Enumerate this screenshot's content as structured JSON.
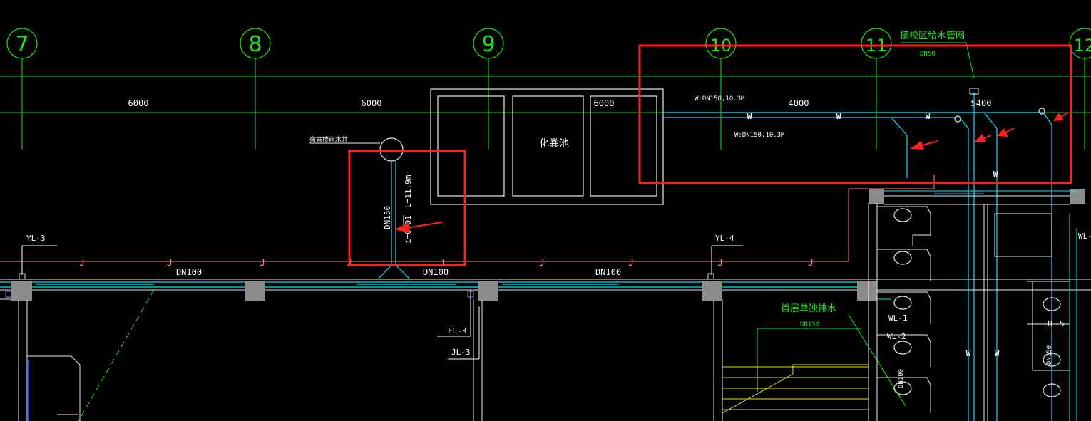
{
  "grid_labels": [
    "7",
    "8",
    "9",
    "10",
    "11",
    "12"
  ],
  "dimensions": [
    "6000",
    "6000",
    "6000",
    "4000",
    "5400"
  ],
  "labels": {
    "septic_tank": "化粪池",
    "campus_water_network": "接校区给水管网",
    "campus_dn": "DN50",
    "well_label": "宿舍楼雨水井",
    "dn150_vertical": "DN150",
    "length": "L=11.9m",
    "slope": "i=0.01",
    "w_upper": "W:DN150,10.3M",
    "w_lower": "W:DN150,10.3M",
    "yl3": "YL-3",
    "yl4": "YL-4",
    "fl3": "FL-3",
    "jl3": "JL-3",
    "dn_a": "DN100",
    "dn_b": "DN100",
    "dn_c": "DN100",
    "first_floor": "首层单独排水",
    "first_floor_dn": "DN150",
    "wl1": "WL-1",
    "wl2": "WL-2",
    "jl5": "JL-5",
    "wl_right": "WL-",
    "dn_vertical_1": "DN100",
    "dn_vertical_2": "DN150",
    "pipe_j": "J",
    "pipe_w": "W"
  },
  "colors": {
    "grid": "#19e619",
    "pipe_cyan": "#00e5ff",
    "wall": "#e8e8e8",
    "highlight": "#ff2020",
    "water_pipe": "#ff8a70",
    "stair": "#e6e600",
    "column": "#8c8c8c"
  }
}
